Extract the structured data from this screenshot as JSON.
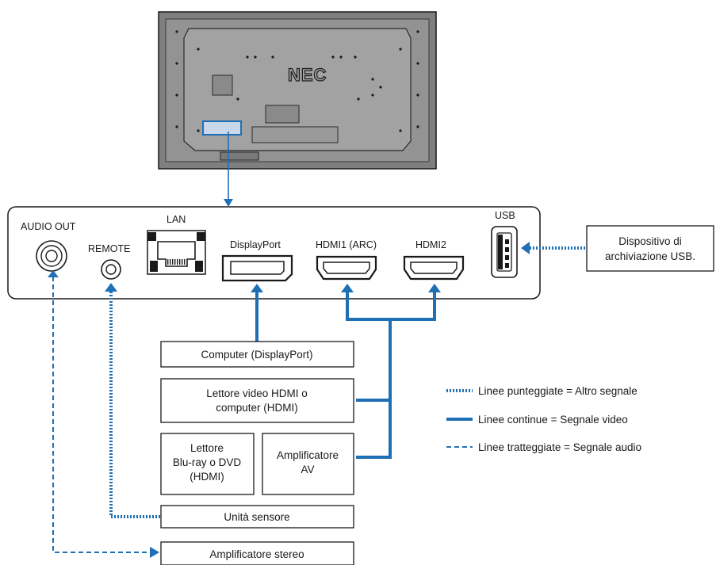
{
  "monitor": {
    "logo": "NEC"
  },
  "ports": {
    "audio_out": "AUDIO OUT",
    "remote": "REMOTE",
    "lan": "LAN",
    "displayport": "DisplayPort",
    "hdmi1": "HDMI1 (ARC)",
    "hdmi2": "HDMI2",
    "usb": "USB"
  },
  "devices": {
    "computer_dp": "Computer (DisplayPort)",
    "hdmi_player": [
      "Lettore video HDMI o",
      "computer (HDMI)"
    ],
    "bluray": [
      "Lettore",
      "Blu-ray o DVD",
      "(HDMI)"
    ],
    "av_amp": [
      "Amplificatore",
      "AV"
    ],
    "sensor": "Unità sensore",
    "stereo_amp": "Amplificatore stereo",
    "usb_storage": [
      "Dispositivo di",
      "archiviazione USB."
    ]
  },
  "legend": {
    "dotted": "Linee punteggiate = Altro segnale",
    "solid": "Linee continue = Segnale video",
    "dashed": "Linee tratteggiate = Segnale audio"
  },
  "colors": {
    "connection": "#1f6fb5",
    "monitor_body": "#8c8c8c",
    "outline": "#1a1a1a"
  }
}
